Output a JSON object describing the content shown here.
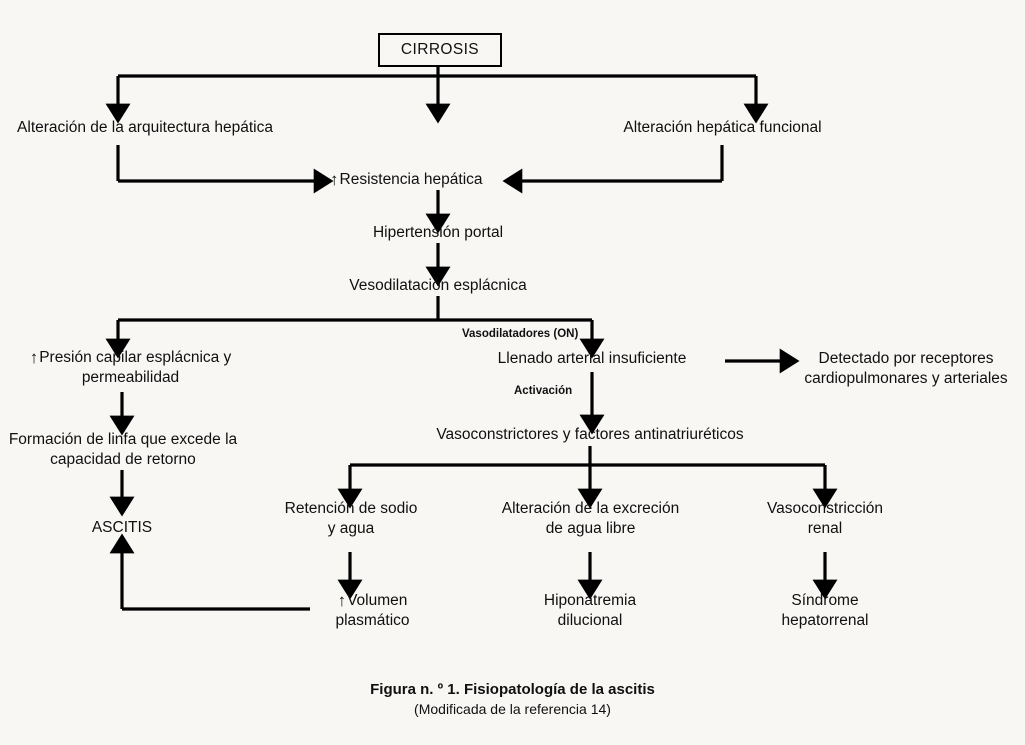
{
  "figure": {
    "background_color": "#f8f7f4",
    "line_color": "#000000",
    "text_color": "#101010",
    "caption_title": "Figura n. º 1. Fisiopatología de la ascitis",
    "caption_subtitle": "(Modificada de la referencia 14)"
  },
  "root": {
    "label": "CIRROSIS"
  },
  "nodes": {
    "arquitectura": {
      "line1": "Alteración de la arquitectura hepática"
    },
    "funcional": {
      "line1": "Alteración hepática funcional"
    },
    "resistencia": {
      "marker": "↑",
      "line1": "Resistencia hepática"
    },
    "hipertension": {
      "line1": "Hipertensión portal"
    },
    "vasodilatacion": {
      "line1": "Vesodilatación esplácnica"
    },
    "presion_capilar": {
      "marker": "↑",
      "line1": "Presión capilar esplácnica y",
      "line2": "permeabilidad"
    },
    "linfa": {
      "line1": "Formación de linfa que excede la",
      "line2": "capacidad de retorno"
    },
    "ascitis": {
      "line1": "ASCITIS"
    },
    "llenado": {
      "line1": "Llenado arterial insuficiente"
    },
    "receptores": {
      "line1": "Detectado por receptores",
      "line2": "cardiopulmonares y arteriales"
    },
    "vasoconstrictores": {
      "line1": "Vasoconstrictores y factores antinatriuréticos"
    },
    "retencion": {
      "line1": "Retención de sodio",
      "line2": "y agua"
    },
    "excrecion": {
      "line1": "Alteración de la excreción",
      "line2": "de agua libre"
    },
    "vasoconstriccion_renal": {
      "line1": "Vasoconstricción",
      "line2": "renal"
    },
    "volumen": {
      "marker": "↑",
      "line1": "Volumen",
      "line2": "plasmático"
    },
    "hiponatremia": {
      "line1": "Hiponatremia",
      "line2": "dilucional"
    },
    "hepatorrenal": {
      "line1": "Síndrome",
      "line2": "hepatorrenal"
    }
  },
  "edge_labels": {
    "vasodilatadores": "Vasodilatadores  (ON)",
    "activacion": "Activación"
  }
}
